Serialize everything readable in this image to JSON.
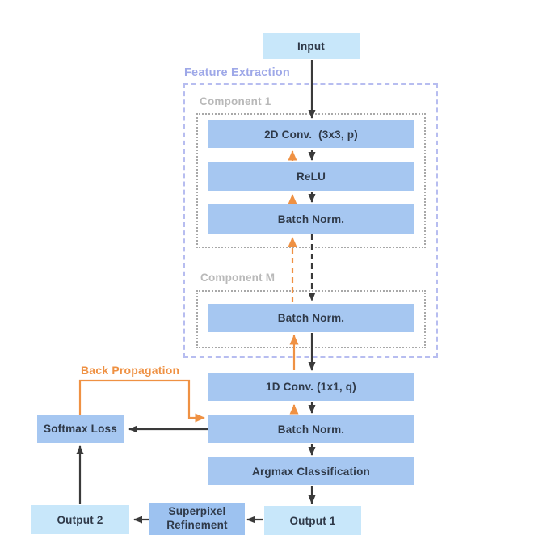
{
  "diagram": {
    "labels": {
      "feature_extraction": "Feature Extraction",
      "component_1": "Component 1",
      "component_m": "Component M",
      "back_propagation": "Back Propagation"
    },
    "nodes": {
      "input": "Input",
      "conv2d": "2D Conv.  (3x3, p)",
      "relu": "ReLU",
      "batch_norm_1": "Batch Norm.",
      "batch_norm_m": "Batch Norm.",
      "conv1d": "1D Conv. (1x1, q)",
      "batch_norm_2": "Batch Norm.",
      "argmax": "Argmax Classification",
      "output_1": "Output 1",
      "superpixel_line1": "Superpixel",
      "superpixel_line2": "Refinement",
      "output_2": "Output 2",
      "softmax_loss": "Softmax Loss"
    },
    "colors": {
      "node_light_blue": "#c8e7fa",
      "node_medium_blue": "#a6c7f1",
      "node_superpixel_blue": "#9dc2f0",
      "arrow_black": "#3a3a3a",
      "arrow_orange": "#ef9143",
      "container_dashed_border": "#b7bdf0",
      "feature_extraction_label": "#9ea8e8",
      "component_label": "#b9b9b9",
      "dotted_border": "#a8a8a8",
      "text": "#2f3948"
    }
  }
}
